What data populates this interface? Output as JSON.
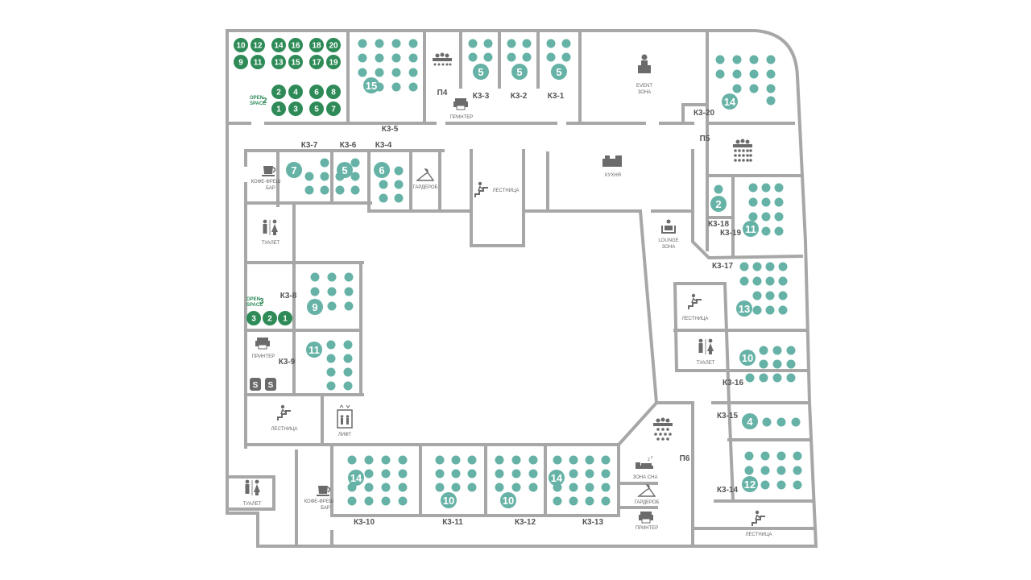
{
  "colors": {
    "wall": "#a7a7a7",
    "desk": "#66b2a6",
    "open_space_desk": "#2e8b57",
    "icon": "#6b6b6b",
    "text": "#555555"
  },
  "rooms": {
    "k3_1": {
      "label": "К3-1",
      "count": "5"
    },
    "k3_2": {
      "label": "К3-2",
      "count": "5"
    },
    "k3_3": {
      "label": "К3-3",
      "count": "5"
    },
    "k3_4": {
      "label": "К3-4",
      "count": "6"
    },
    "k3_5": {
      "label": "К3-5",
      "count": "15"
    },
    "k3_6": {
      "label": "К3-6",
      "count": "5"
    },
    "k3_7": {
      "label": "К3-7",
      "count": "7"
    },
    "k3_8": {
      "label": "К3-8",
      "count": "9"
    },
    "k3_9": {
      "label": "К3-9",
      "count": "11"
    },
    "k3_10": {
      "label": "К3-10",
      "count": "14"
    },
    "k3_11": {
      "label": "К3-11",
      "count": "10"
    },
    "k3_12": {
      "label": "К3-12",
      "count": "10"
    },
    "k3_13": {
      "label": "К3-13",
      "count": "14"
    },
    "k3_14": {
      "label": "К3-14",
      "count": "12"
    },
    "k3_15": {
      "label": "К3-15",
      "count": "4"
    },
    "k3_16": {
      "label": "К3-16",
      "count": "10"
    },
    "k3_17": {
      "label": "К3-17",
      "count": "13"
    },
    "k3_18": {
      "label": "К3-18",
      "count": "2"
    },
    "k3_19": {
      "label": "К3-19",
      "count": "11"
    },
    "k3_20": {
      "label": "К3-20",
      "count": "14"
    }
  },
  "meeting_rooms": {
    "p4": "П4",
    "p5": "П5",
    "p6": "П6"
  },
  "open_space_2": {
    "label_line1": "OPEN",
    "label_line2": "SPACE",
    "number": "2",
    "seats": [
      "10",
      "12",
      "14",
      "16",
      "18",
      "20",
      "9",
      "11",
      "13",
      "15",
      "17",
      "19",
      "2",
      "4",
      "6",
      "8",
      "1",
      "3",
      "5",
      "7"
    ]
  },
  "open_space_3": {
    "label_line1": "OPEN",
    "label_line2": "SPACE",
    "number": "3",
    "seats": [
      "3",
      "2",
      "1"
    ]
  },
  "facilities": {
    "printer": "ПРИНТЕР",
    "event_line1": "EVENT",
    "event_line2": "ЗОНА",
    "coffee_line1": "КОФЕ-ФРЕШ",
    "coffee_line2": "БАР",
    "wardrobe": "ГАРДЕРОБ",
    "stairs": "ЛЕСТНИЦА",
    "kitchen": "КУХНЯ",
    "toilet": "ТУАЛЕТ",
    "lounge_line1": "LOUNGE",
    "lounge_line2": "ЗОНА",
    "lift": "ЛИФТ",
    "sleep_zone": "ЗОНА СНА"
  },
  "icons": [
    "coffee-icon",
    "toilet-icon",
    "printer-icon",
    "stairs-icon",
    "lift-icon",
    "wardrobe-icon",
    "kitchen-icon",
    "lounge-icon",
    "meeting-icon",
    "speaker-icon",
    "sleep-icon",
    "skype-icon"
  ]
}
